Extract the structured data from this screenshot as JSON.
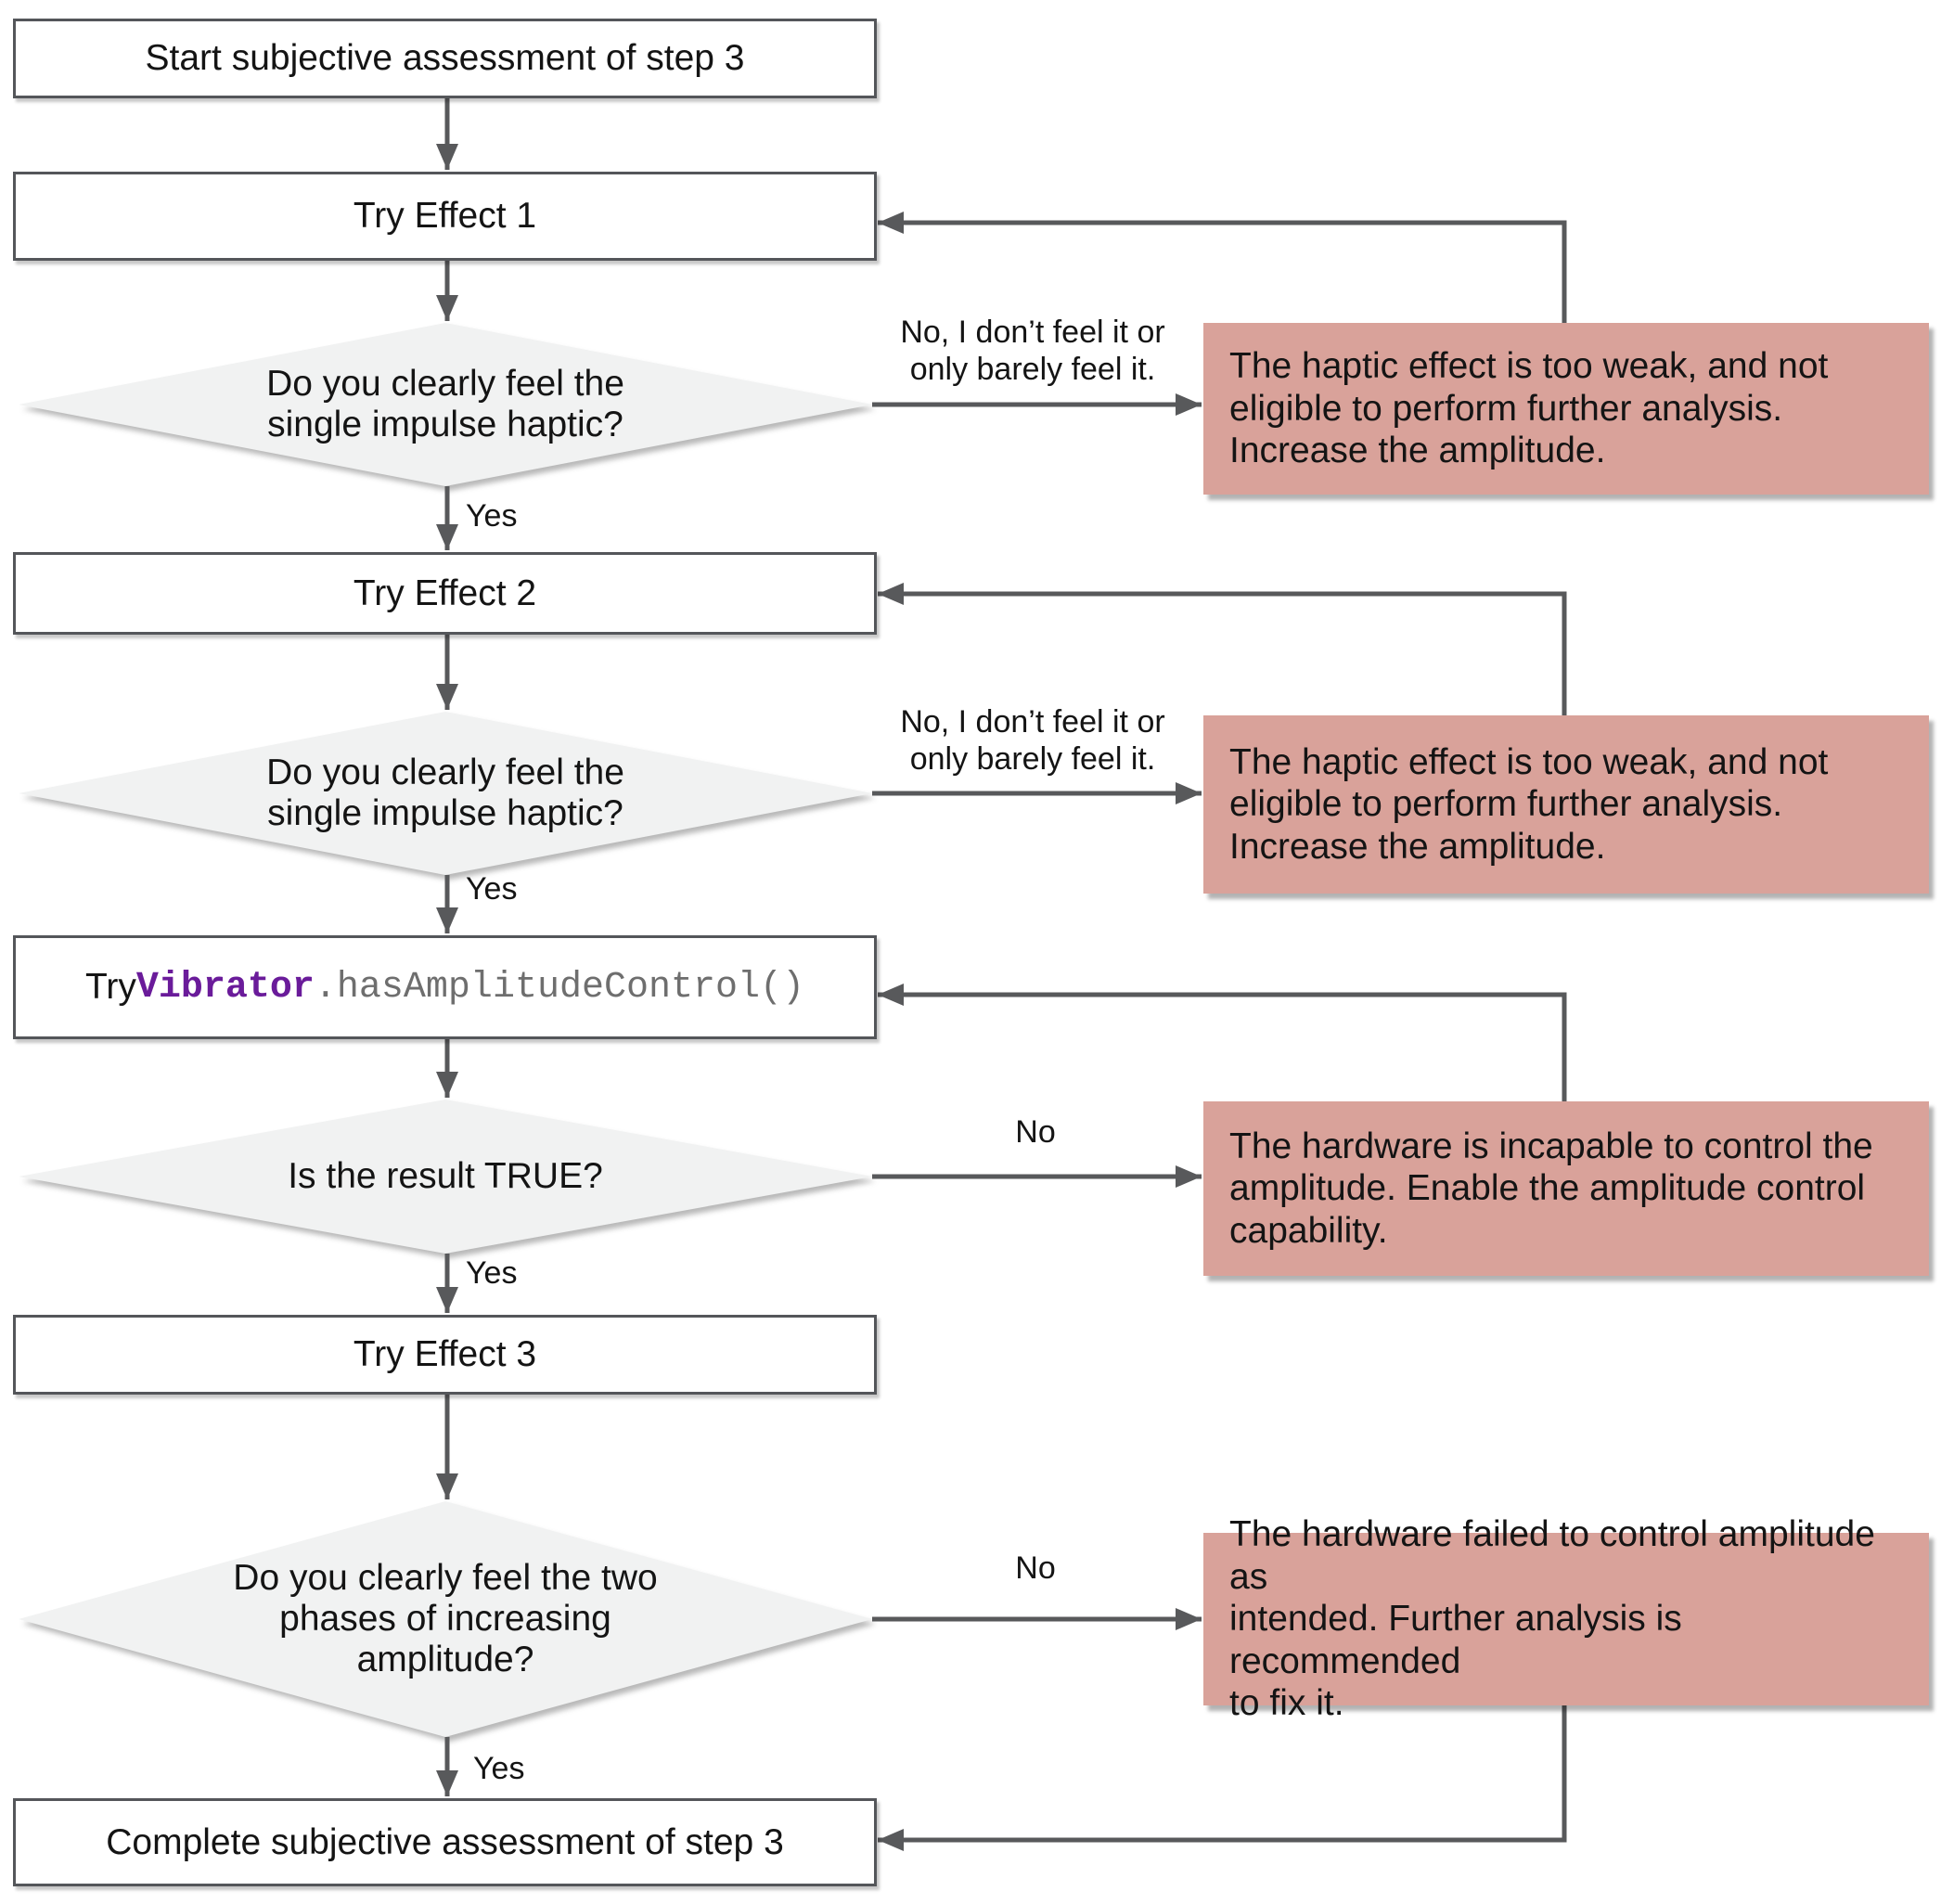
{
  "nodes": {
    "start": {
      "label": "Start subjective assessment of step 3"
    },
    "try_effect_1": {
      "label": "Try Effect 1"
    },
    "decision_feel_1": {
      "label": "Do you clearly feel the\nsingle impulse haptic?"
    },
    "try_effect_2": {
      "label": "Try Effect 2"
    },
    "decision_feel_2": {
      "label": "Do you clearly feel the\nsingle impulse haptic?"
    },
    "api_check": {
      "prefix": "Try ",
      "code_class": "Vibrator",
      "code_method": ".hasAmplitudeControl()"
    },
    "decision_result_true": {
      "label": "Is the result TRUE?"
    },
    "try_effect_3": {
      "label": "Try Effect 3"
    },
    "decision_two_phases": {
      "label": "Do you clearly feel the two\nphases of increasing\namplitude?"
    },
    "complete": {
      "label": "Complete subjective assessment of step 3"
    }
  },
  "alerts": {
    "too_weak_1": {
      "text": "The haptic effect is too weak, and not\neligible to perform further analysis.\nIncrease the amplitude."
    },
    "too_weak_2": {
      "text": "The haptic effect is too weak, and not\neligible to perform further analysis.\nIncrease the amplitude."
    },
    "incapable": {
      "text": "The hardware is incapable to control the\namplitude. Enable the amplitude control\ncapability."
    },
    "failed": {
      "text": "The hardware failed to control amplitude as\nintended. Further analysis is recommended\nto fix it."
    }
  },
  "edge_labels": {
    "yes_1": "Yes",
    "yes_2": "Yes",
    "yes_3": "Yes",
    "yes_4": "Yes",
    "no_feel_1": "No, I don’t feel it or\nonly barely feel it.",
    "no_feel_2": "No, I don’t feel it or\nonly barely feel it.",
    "no_1": "No",
    "no_2": "No"
  },
  "colors": {
    "alert_bg": "#d9a29a",
    "arrow": "#58595b",
    "box_border": "#54565a",
    "diamond_fill": "#f1f2f2",
    "code_class": "#6a1b9a",
    "code_method": "#6e6e6e"
  }
}
